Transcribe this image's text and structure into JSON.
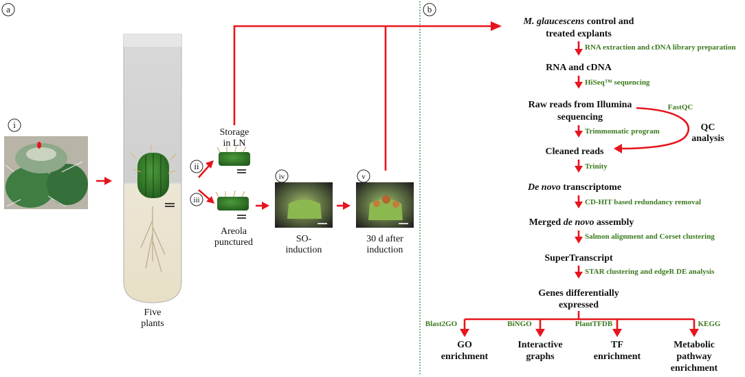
{
  "panels": {
    "a": "a",
    "b": "b"
  },
  "left": {
    "roman": [
      "i",
      "ii",
      "iii",
      "iv",
      "v"
    ],
    "five_plants": [
      "Five",
      "plants"
    ],
    "storage": [
      "Storage",
      "in LN"
    ],
    "areola": [
      "Areola",
      "punctured"
    ],
    "so_induction": [
      "SO-",
      "induction"
    ],
    "after_induction": [
      "30 d after",
      "induction"
    ]
  },
  "flow": {
    "n1_italic": "M. glaucescens",
    "n1_rest": " control and",
    "n1_line2": "treated explants",
    "s1": "RNA extraction and cDNA library preparation",
    "n2": "RNA and cDNA",
    "s2": "HiSeq™ sequencing",
    "n3": [
      "Raw reads from Illumina",
      "sequencing"
    ],
    "fastqc": "FastQC",
    "qc": [
      "QC",
      "analysis"
    ],
    "s3": "Trimmomatic program",
    "n4": "Cleaned reads",
    "s4": "Trinity",
    "n5_italic": "De novo",
    "n5_rest": " transcriptome",
    "s5": "CD-HIT based redundancy removal",
    "n6_pre": "Merged ",
    "n6_italic": "de novo",
    "n6_post": " assembly",
    "s6": "Salmon alignment and Corset clustering",
    "n7": "SuperTranscript",
    "s7": "STAR clustering and edgeR DE analysis",
    "n8": [
      "Genes differentially",
      "expressed"
    ],
    "tools": [
      "Blast2GO",
      "BiNGO",
      "PlantTFDB",
      "KEGG"
    ],
    "outputs": [
      [
        "GO",
        "enrichment"
      ],
      [
        "Interactive",
        "graphs"
      ],
      [
        "TF",
        "enrichment"
      ],
      [
        "Metabolic",
        "pathway",
        "enrichment"
      ]
    ]
  },
  "colors": {
    "arrow": "#e8141c",
    "method_text": "#3a7a1e",
    "divider": "#2e7d32"
  }
}
